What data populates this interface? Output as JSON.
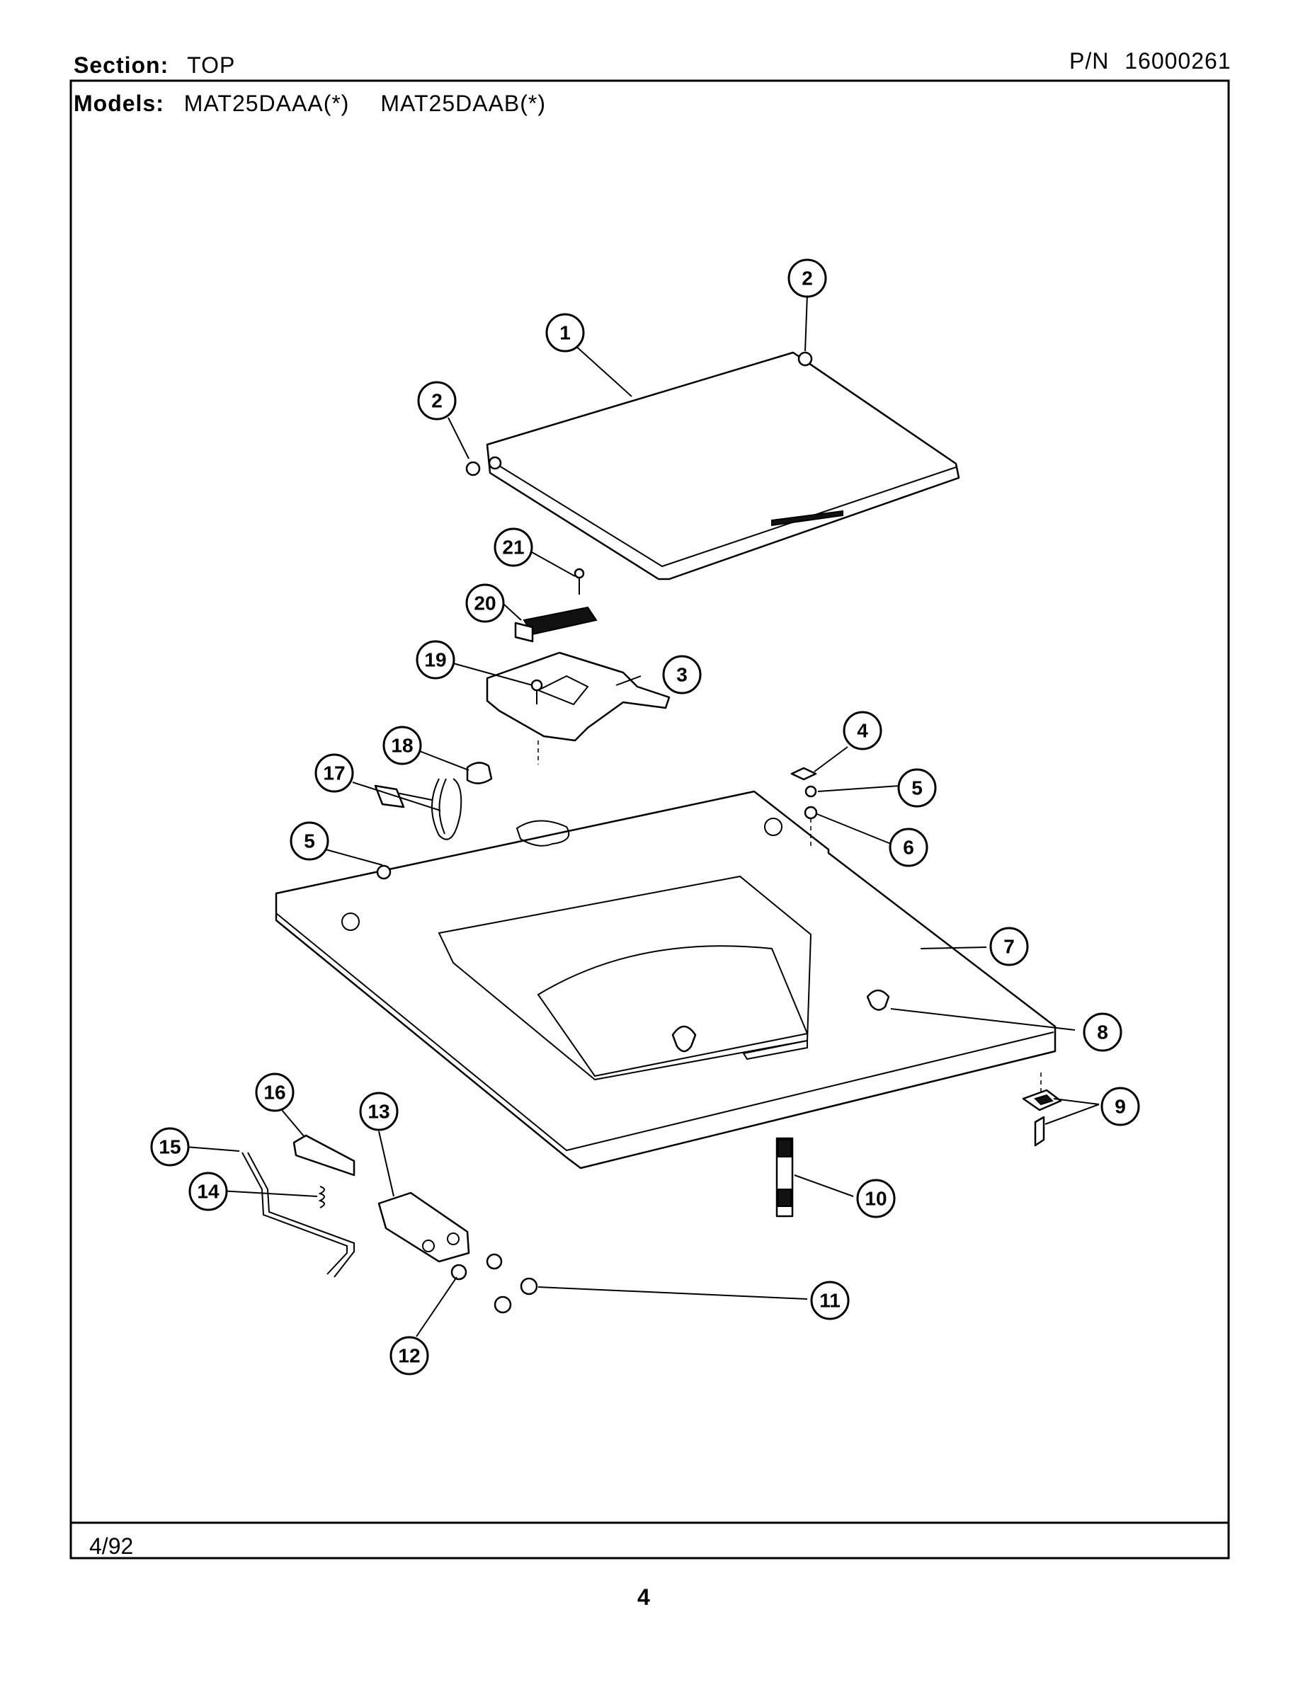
{
  "header": {
    "section_label": "Section:",
    "section_value": "TOP",
    "pn_label": "P/N",
    "pn_value": "16000261",
    "models_label": "Models:",
    "models": [
      "MAT25DAAA(*)",
      "MAT25DAAB(*)"
    ]
  },
  "footer": {
    "date": "4/92",
    "page_number": "4"
  },
  "callouts": [
    "1",
    "2",
    "2",
    "3",
    "4",
    "5",
    "5",
    "6",
    "7",
    "8",
    "9",
    "10",
    "11",
    "12",
    "13",
    "14",
    "15",
    "16",
    "17",
    "18",
    "19",
    "20",
    "21"
  ]
}
